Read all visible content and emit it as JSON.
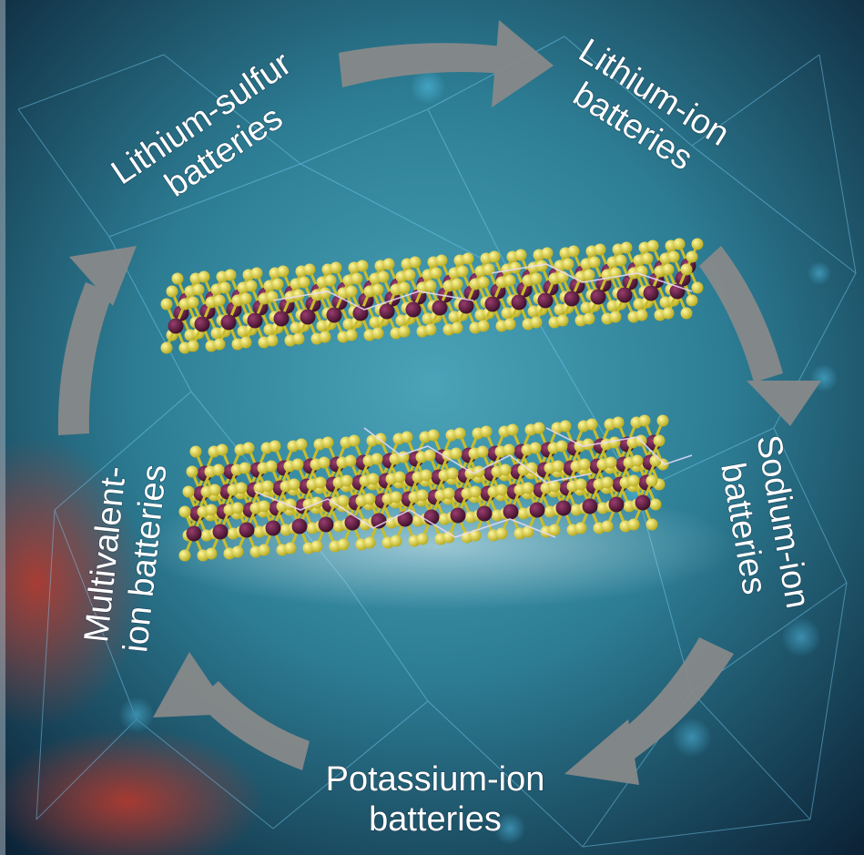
{
  "figure": {
    "cycle_labels": [
      {
        "id": "lithium-sulfur",
        "line1": "Lithium-sulfur",
        "line2": "batteries"
      },
      {
        "id": "lithium-ion",
        "line1": "Lithium-ion",
        "line2": "batteries"
      },
      {
        "id": "sodium-ion",
        "line1": "Sodium-ion",
        "line2": "batteries"
      },
      {
        "id": "potassium-ion",
        "line1": "Potassium-ion",
        "line2": "batteries"
      },
      {
        "id": "multivalent-ion",
        "line1": "Multivalent-",
        "line2": "ion batteries"
      }
    ],
    "colors": {
      "background_dark": "#0b1f33",
      "background_teal": "#2d7e95",
      "arrow": "#8a8a8a",
      "sulfur_atom": "#e3d93a",
      "metal_atom": "#5a1a3e",
      "label_text": "#ffffff"
    },
    "illustration": "two stacked layers of a metal-sulfide crystal lattice with electric discharge"
  }
}
